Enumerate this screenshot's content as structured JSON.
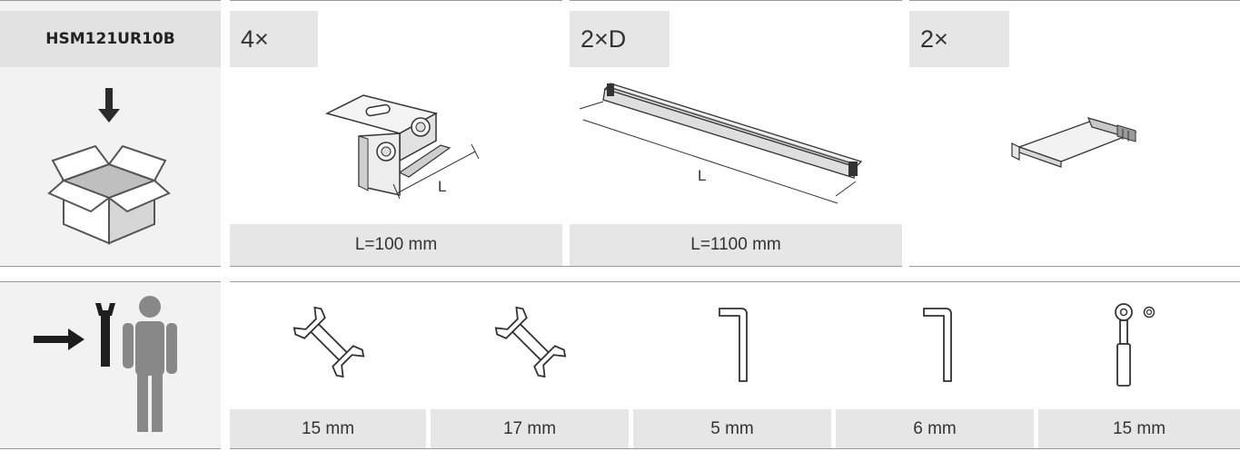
{
  "product_code": "HSM121UR10B",
  "parts": [
    {
      "quantity": "4×",
      "label": "L=100 mm",
      "dimension_letter": "L"
    },
    {
      "quantity": "2×D",
      "label": "L=1100 mm",
      "dimension_letter": "L"
    },
    {
      "quantity": "2×",
      "label": ""
    }
  ],
  "tools": [
    {
      "icon": "open-end-wrench-icon",
      "label": "15 mm"
    },
    {
      "icon": "open-end-wrench-icon",
      "label": "17 mm"
    },
    {
      "icon": "hex-key-icon",
      "label": "5 mm"
    },
    {
      "icon": "hex-key-icon",
      "label": "6 mm"
    },
    {
      "icon": "socket-wrench-icon",
      "label": "15 mm"
    }
  ]
}
